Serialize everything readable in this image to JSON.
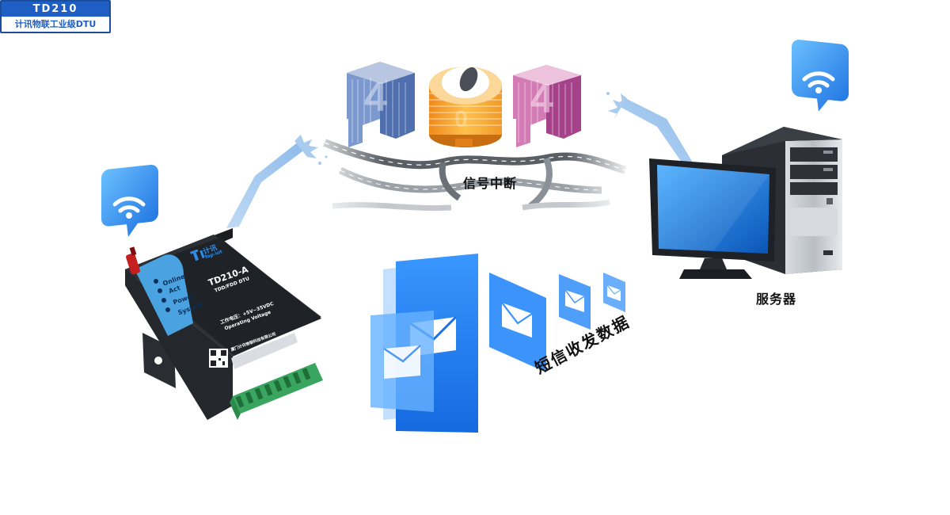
{
  "diagram": {
    "signal_break_label": "信号中断",
    "server_label": "服务器",
    "sms_label": "短信收发数据",
    "error_code": [
      "4",
      "0",
      "4"
    ]
  },
  "device": {
    "brand_cn": "计讯",
    "brand_en": "Top-iot",
    "model": "TD210-A",
    "network": "TDD/FDD DTU",
    "voltage_cn": "工作电压：+5V~35VDC",
    "voltage_en": "Operating Voltage",
    "company": "厦门计讯物联科技有限公司",
    "leds": [
      "Online",
      "Act",
      "Power",
      "System"
    ]
  },
  "product_tag": {
    "model": "TD210",
    "description": "计讯物联工业级DTU"
  },
  "colors": {
    "accent_blue": "#1f7cf0",
    "wifi_badge": "#2a8cf7",
    "digit_blue": "#5a7fc0",
    "digit_orange": "#f5a623",
    "digit_pink": "#c2579b",
    "terminal_green": "#3fb76a"
  },
  "icons": [
    "wifi-icon",
    "mail-icon",
    "monitor-icon",
    "tower-icon",
    "antenna-icon"
  ]
}
